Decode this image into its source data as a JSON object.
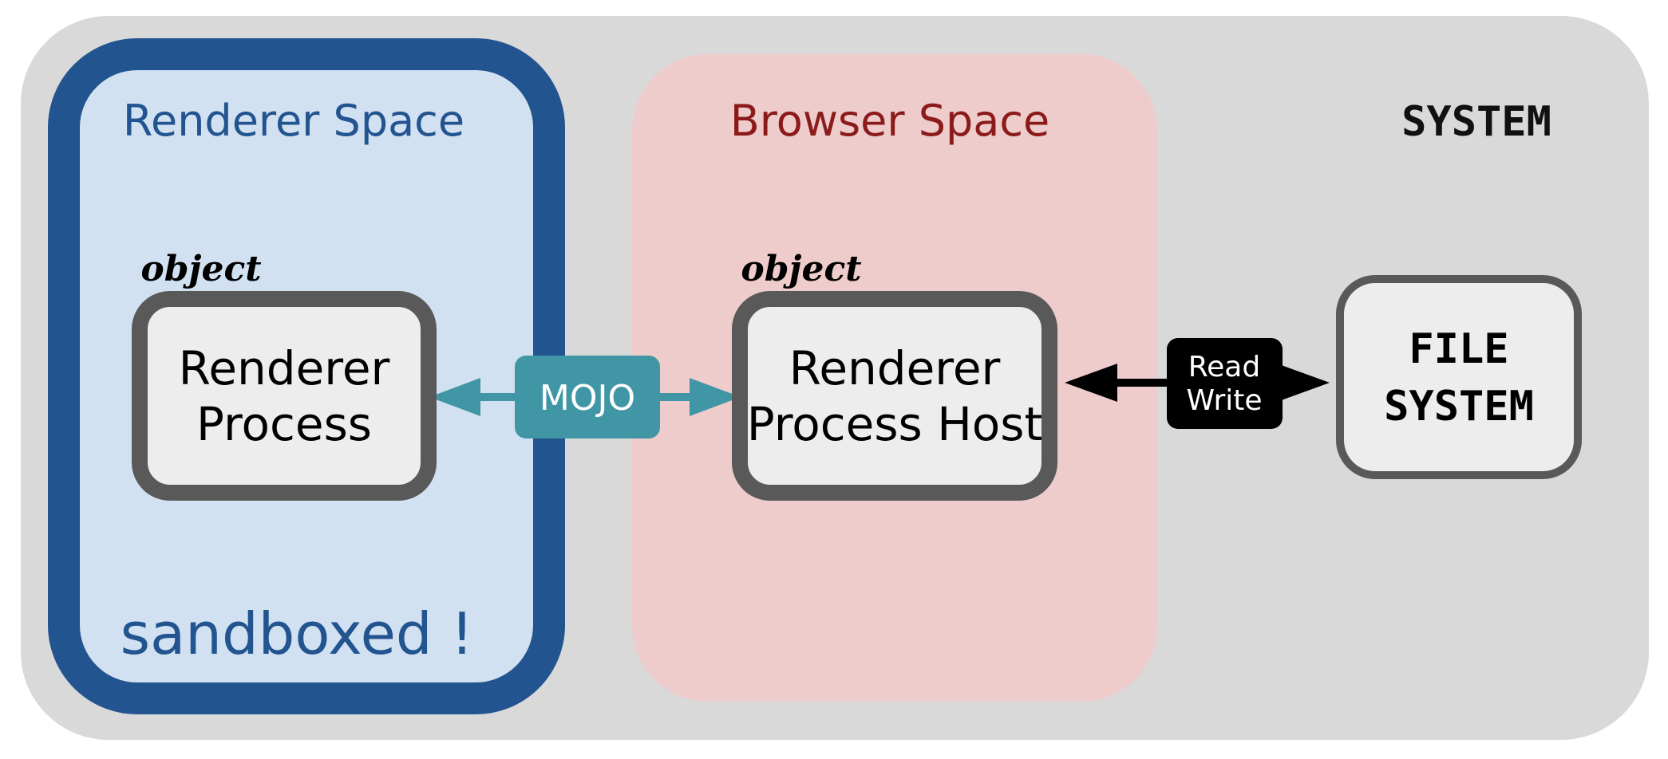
{
  "regions": {
    "system": {
      "label": "SYSTEM"
    },
    "renderer_space": {
      "label": "Renderer Space",
      "note": "sandboxed !"
    },
    "browser_space": {
      "label": "Browser Space"
    }
  },
  "nodes": {
    "renderer_process": {
      "tag": "object",
      "lines": [
        "Renderer",
        "Process"
      ]
    },
    "renderer_process_host": {
      "tag": "object",
      "lines": [
        "Renderer",
        "Process Host"
      ]
    },
    "file_system": {
      "lines": [
        "FILE",
        "SYSTEM"
      ]
    }
  },
  "connectors": {
    "mojo": {
      "label": "MOJO"
    },
    "read_write": {
      "lines": [
        "Read",
        "Write"
      ]
    }
  },
  "colors": {
    "system_bg": "#d9d9d9",
    "renderer_fill": "#d2e1f2",
    "renderer_border": "#22548f",
    "browser_fill": "#eecccc",
    "browser_text": "#8b1a1a",
    "node_fill": "#ededed",
    "node_border": "#595959",
    "mojo_fill": "#4196a6",
    "black": "#000000"
  }
}
